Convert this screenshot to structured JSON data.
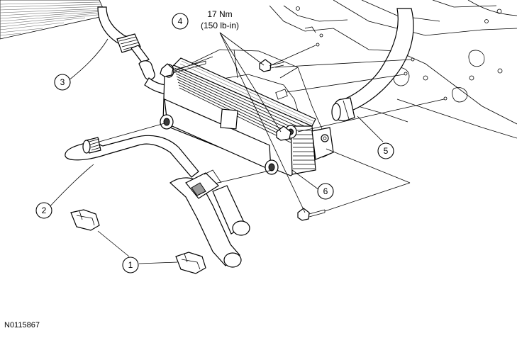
{
  "figure_id": "N0115867",
  "torque_spec": {
    "value_nm": "17 Nm",
    "value_lbin": "(150 lb-in)"
  },
  "callouts": [
    {
      "number": "1"
    },
    {
      "number": "2"
    },
    {
      "number": "3"
    },
    {
      "number": "4"
    },
    {
      "number": "5"
    },
    {
      "number": "6"
    }
  ]
}
